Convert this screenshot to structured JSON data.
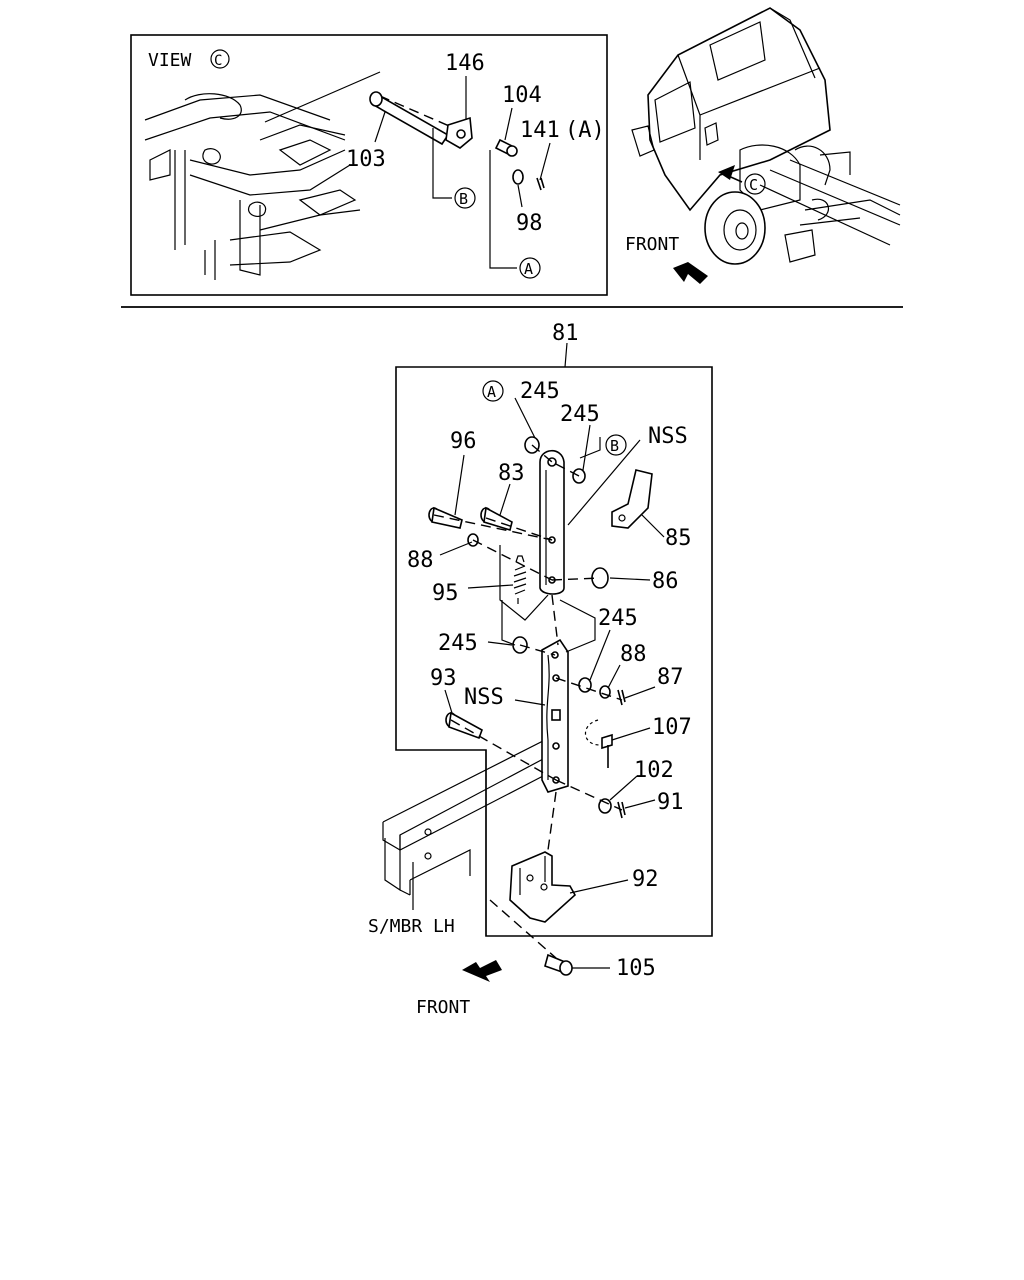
{
  "view_box": {
    "title": "VIEW",
    "title_marker": "C",
    "labels": {
      "l146": "146",
      "l104": "104",
      "l141": "141",
      "l141_ref": "(A)",
      "l103": "103",
      "l98": "98",
      "ref_b": "B",
      "ref_a": "A"
    }
  },
  "truck": {
    "marker": "C",
    "front_label": "FRONT"
  },
  "main": {
    "labels": {
      "l81": "81",
      "ref_a": "A",
      "l245_top": "245",
      "l245_b": "245",
      "ref_b": "B",
      "nss_top": "NSS",
      "l96": "96",
      "l83": "83",
      "l85": "85",
      "l88_left": "88",
      "l86": "86",
      "l95": "95",
      "l245_mid_right": "245",
      "l245_mid_left": "245",
      "l88_right": "88",
      "l87": "87",
      "l93": "93",
      "nss_mid": "NSS",
      "l107": "107",
      "l102": "102",
      "l91": "91",
      "l92": "92",
      "smbr": "S/MBR LH",
      "l105": "105",
      "front_label": "FRONT"
    }
  }
}
